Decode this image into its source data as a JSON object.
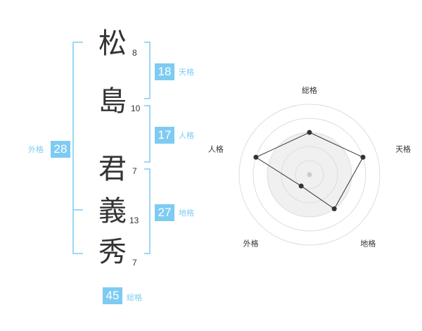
{
  "name": {
    "chars": [
      {
        "char": "松",
        "strokes": "8"
      },
      {
        "char": "島",
        "strokes": "10"
      },
      {
        "char": "君",
        "strokes": "7"
      },
      {
        "char": "義",
        "strokes": "13"
      },
      {
        "char": "秀",
        "strokes": "7"
      }
    ]
  },
  "kakusu": {
    "tenkaku": {
      "value": "18",
      "label": "天格"
    },
    "jinkaku": {
      "value": "17",
      "label": "人格"
    },
    "chikaku": {
      "value": "27",
      "label": "地格"
    },
    "gaikaku": {
      "value": "28",
      "label": "外格"
    },
    "soukaku": {
      "value": "45",
      "label": "総格"
    }
  },
  "chart_data": {
    "type": "radar",
    "axes": [
      "総格",
      "天格",
      "地格",
      "外格",
      "人格"
    ],
    "values": [
      3,
      4,
      3,
      1,
      4
    ],
    "max": 5
  },
  "colors": {
    "accent": "#7ecbf2",
    "text": "#333333",
    "grid": "#dddddd",
    "fill": "#eeeeee"
  }
}
